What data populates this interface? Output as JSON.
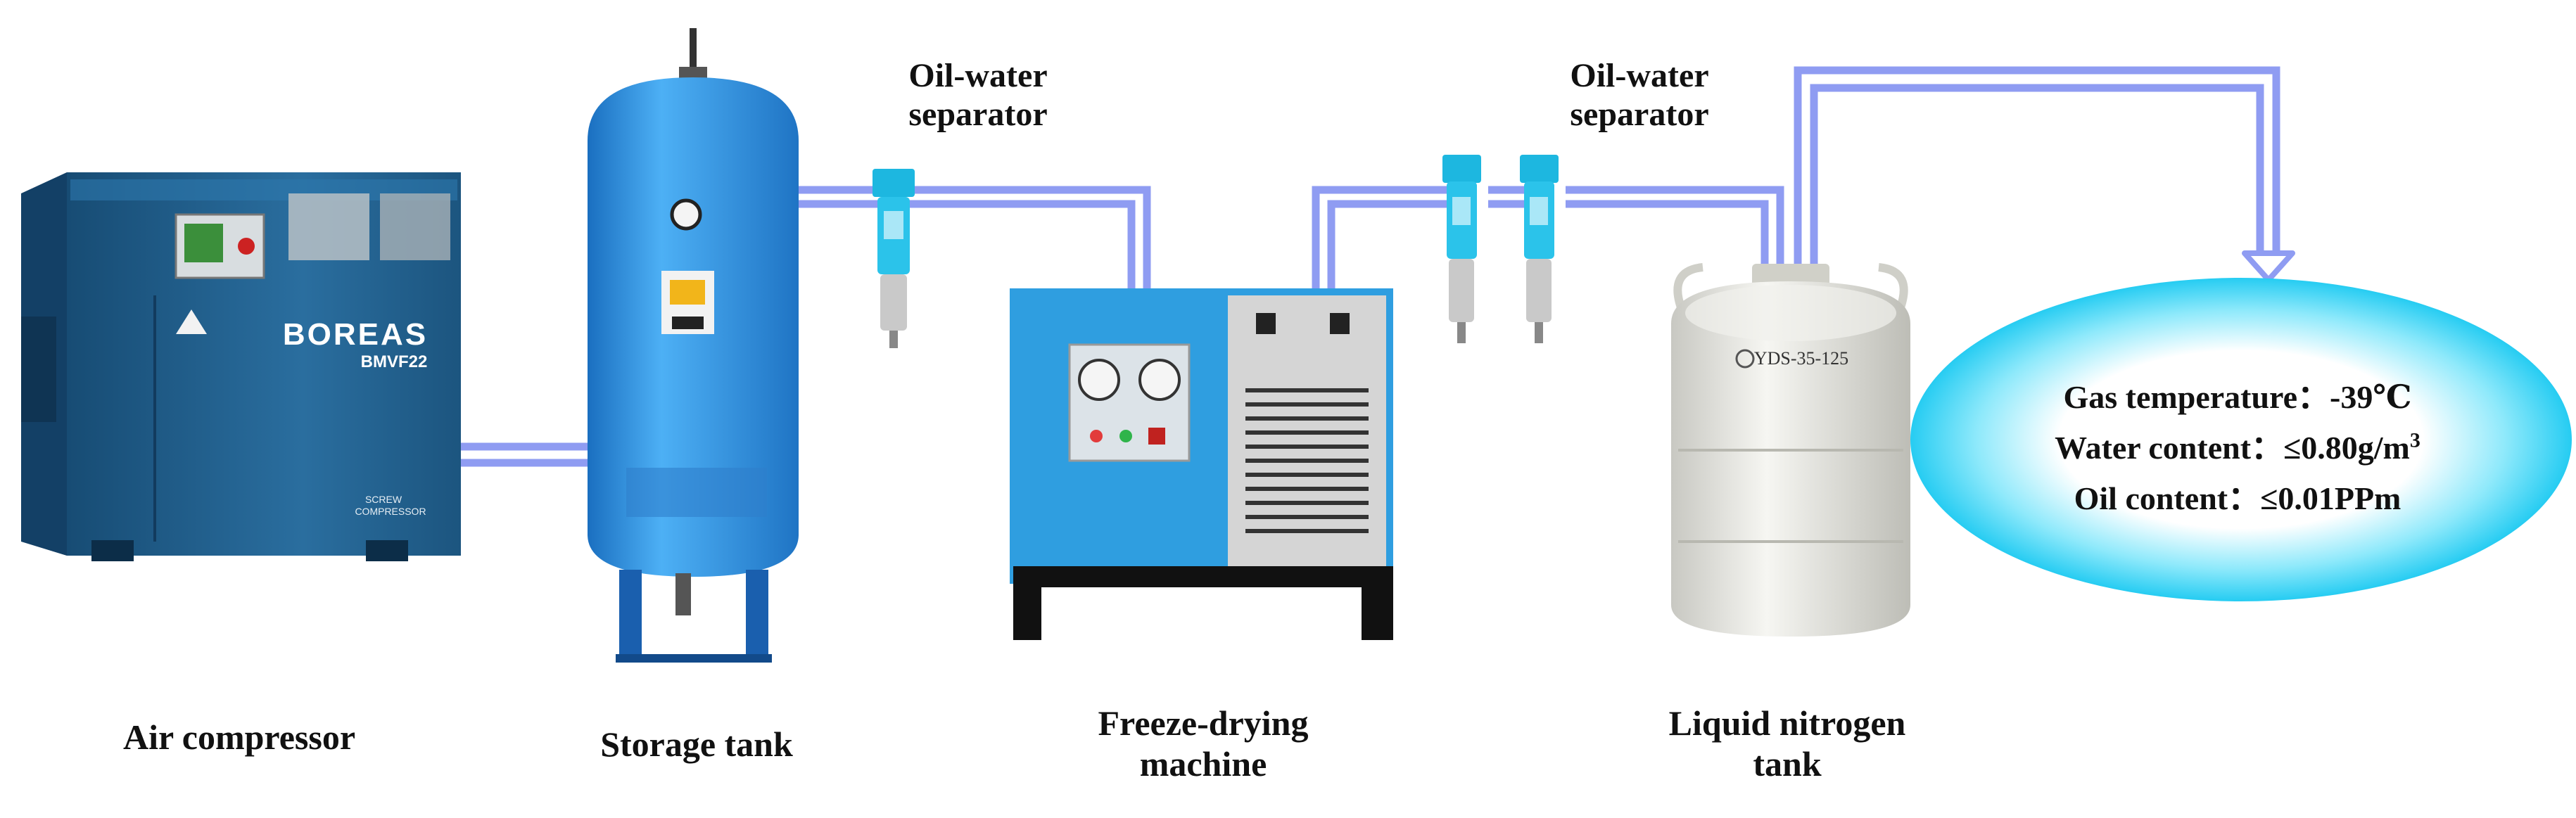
{
  "labels": {
    "air_compressor": "Air compressor",
    "storage_tank": "Storage tank",
    "freeze_drying_line1": "Freeze-drying",
    "freeze_drying_line2": "machine",
    "separator1_line1": "Oil-water",
    "separator1_line2": "separator",
    "separator2_line1": "Oil-water",
    "separator2_line2": "separator",
    "ln2_tank_line1": "Liquid nitrogen",
    "ln2_tank_line2": "tank"
  },
  "output": {
    "gas_temperature": "Gas temperature：-39℃",
    "water_content_prefix": "Water content：≤0.80g/m",
    "water_content_sup": "3",
    "oil_content": "Oil content：≤0.01PPm"
  },
  "equipment_text": {
    "compressor_brand": "BOREAS",
    "compressor_model": "BMVF22",
    "compressor_type_line1": "SCREW",
    "compressor_type_line2": "COMPRESSOR",
    "ln2_tank_model": "YDS-35-125"
  },
  "colors": {
    "pipe": "#8f9cf2",
    "compressor_body": "#1f5f8f",
    "tank_body": "#2c8fdb",
    "dryer_body": "#2f9ee0",
    "ln2_body": "#e6e6e0",
    "output_ellipse": "#3fd6f5"
  }
}
